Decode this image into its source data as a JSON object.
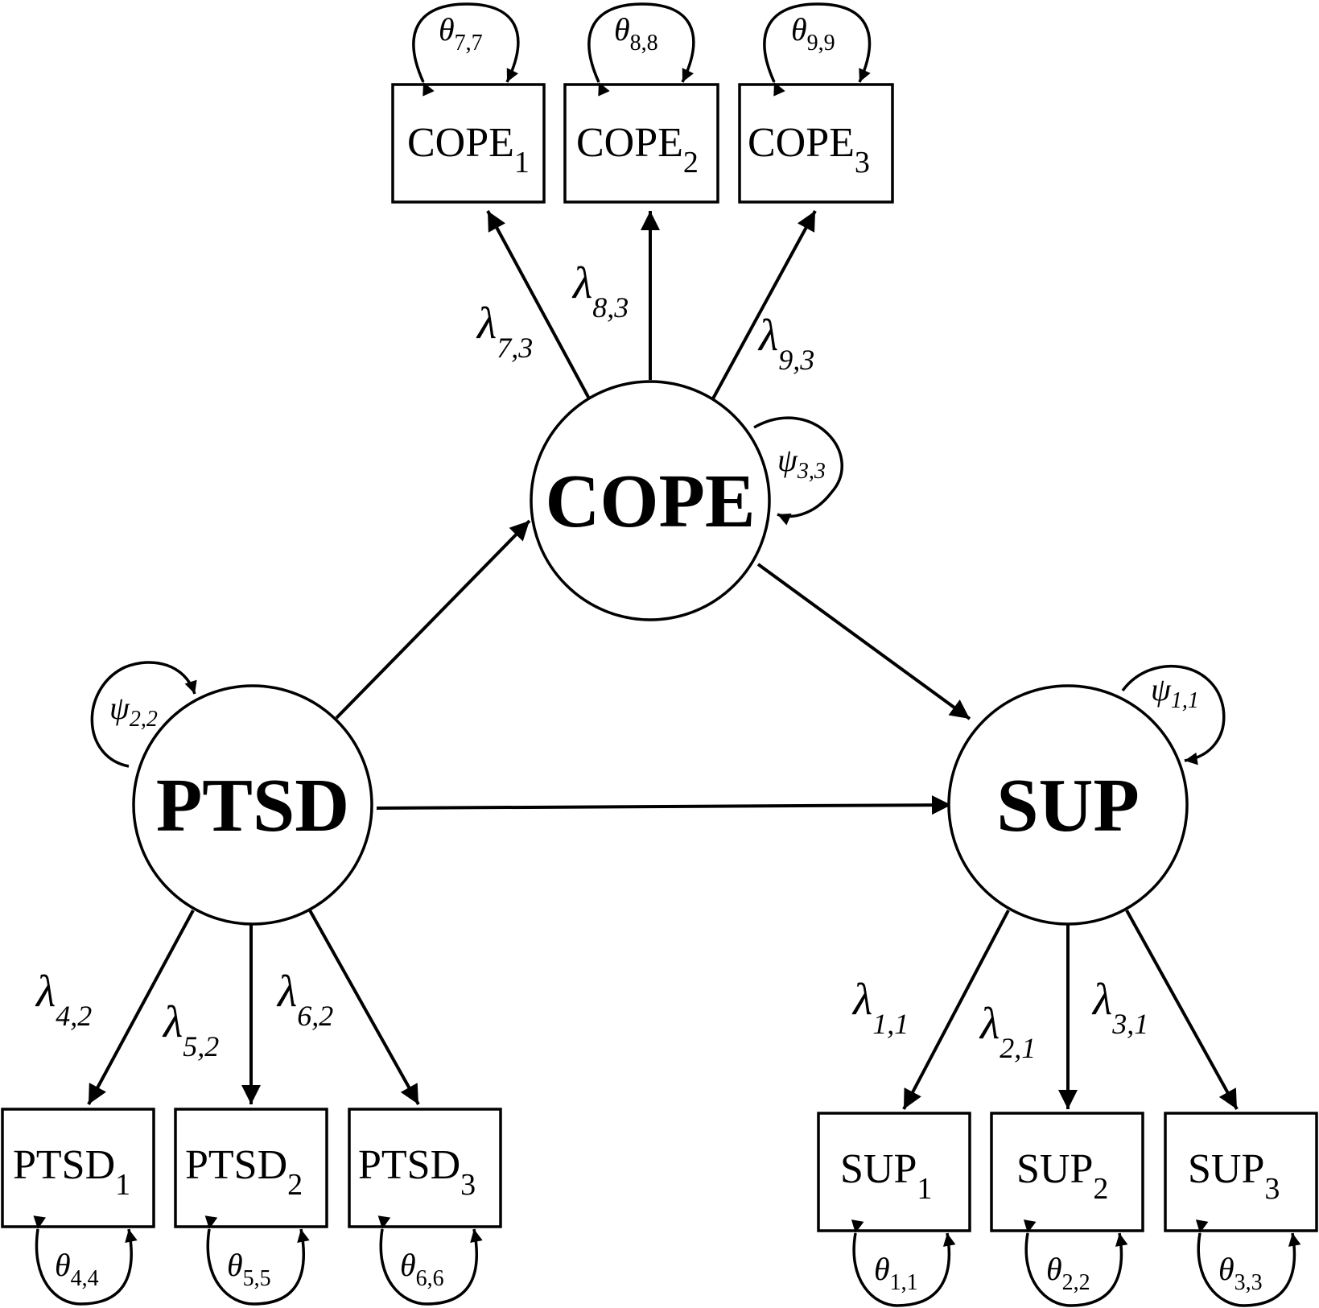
{
  "latent": {
    "cope": "COPE",
    "ptsd": "PTSD",
    "sup": "SUP"
  },
  "indicators": {
    "cope": [
      {
        "name": "COPE",
        "sub": "1"
      },
      {
        "name": "COPE",
        "sub": "2"
      },
      {
        "name": "COPE",
        "sub": "3"
      }
    ],
    "ptsd": [
      {
        "name": "PTSD",
        "sub": "1"
      },
      {
        "name": "PTSD",
        "sub": "2"
      },
      {
        "name": "PTSD",
        "sub": "3"
      }
    ],
    "sup": [
      {
        "name": "SUP",
        "sub": "1"
      },
      {
        "name": "SUP",
        "sub": "2"
      },
      {
        "name": "SUP",
        "sub": "3"
      }
    ]
  },
  "loadings": {
    "cope": [
      {
        "sym": "λ",
        "sub": "7,3"
      },
      {
        "sym": "λ",
        "sub": "8,3"
      },
      {
        "sym": "λ",
        "sub": "9,3"
      }
    ],
    "ptsd": [
      {
        "sym": "λ",
        "sub": "4,2"
      },
      {
        "sym": "λ",
        "sub": "5,2"
      },
      {
        "sym": "λ",
        "sub": "6,2"
      }
    ],
    "sup": [
      {
        "sym": "λ",
        "sub": "1,1"
      },
      {
        "sym": "λ",
        "sub": "2,1"
      },
      {
        "sym": "λ",
        "sub": "3,1"
      }
    ]
  },
  "residuals": {
    "cope": [
      {
        "sym": "θ",
        "sub": "7,7"
      },
      {
        "sym": "θ",
        "sub": "8,8"
      },
      {
        "sym": "θ",
        "sub": "9,9"
      }
    ],
    "ptsd": [
      {
        "sym": "θ",
        "sub": "4,4"
      },
      {
        "sym": "θ",
        "sub": "5,5"
      },
      {
        "sym": "θ",
        "sub": "6,6"
      }
    ],
    "sup": [
      {
        "sym": "θ",
        "sub": "1,1"
      },
      {
        "sym": "θ",
        "sub": "2,2"
      },
      {
        "sym": "θ",
        "sub": "3,3"
      }
    ]
  },
  "disturbances": {
    "cope": {
      "sym": "ψ",
      "sub": "3,3"
    },
    "ptsd": {
      "sym": "ψ",
      "sub": "2,2"
    },
    "sup": {
      "sym": "ψ",
      "sub": "1,1"
    }
  }
}
